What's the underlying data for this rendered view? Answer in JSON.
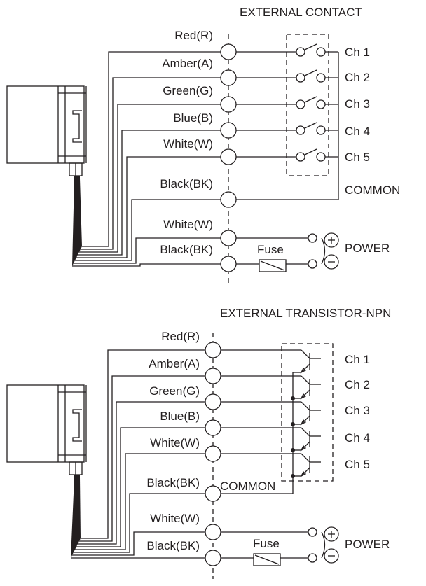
{
  "diagrams": [
    {
      "title": "EXTERNAL CONTACT",
      "wires": [
        "Red(R)",
        "Amber(A)",
        "Green(G)",
        "Blue(B)",
        "White(W)",
        "Black(BK)",
        "White(W)",
        "Black(BK)"
      ],
      "channels": [
        "Ch 1",
        "Ch 2",
        "Ch 3",
        "Ch 4",
        "Ch 5"
      ],
      "common_label": "COMMON",
      "fuse_label": "Fuse",
      "power_label": "POWER",
      "plus_symbol": "+",
      "minus_symbol": "−"
    },
    {
      "title": "EXTERNAL TRANSISTOR-NPN",
      "wires": [
        "Red(R)",
        "Amber(A)",
        "Green(G)",
        "Blue(B)",
        "White(W)",
        "Black(BK)",
        "White(W)",
        "Black(BK)"
      ],
      "channels": [
        "Ch 1",
        "Ch 2",
        "Ch 3",
        "Ch 4",
        "Ch 5"
      ],
      "common_label": "COMMON",
      "fuse_label": "Fuse",
      "power_label": "POWER",
      "plus_symbol": "+",
      "minus_symbol": "−"
    }
  ]
}
